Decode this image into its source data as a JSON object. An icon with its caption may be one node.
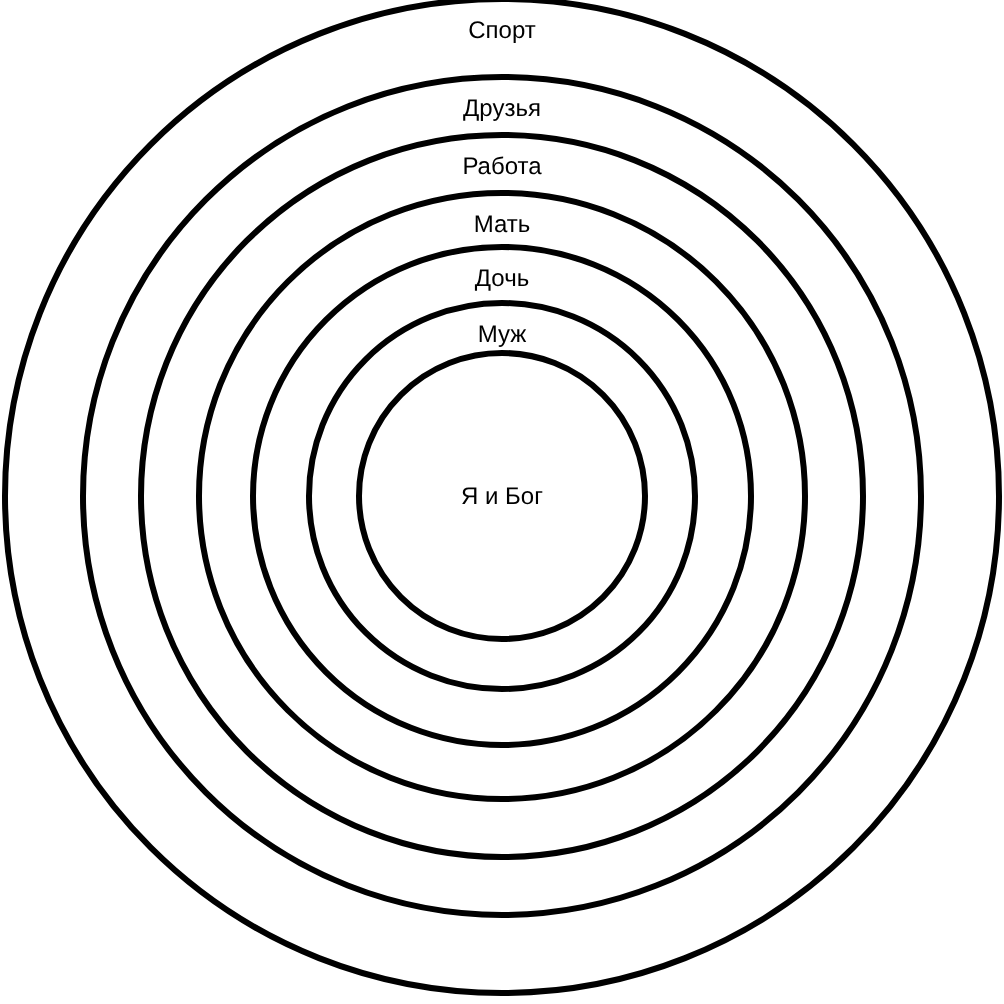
{
  "diagram": {
    "nodes": [
      {
        "text": [
          "Спорт"
        ]
      },
      {
        "text": [
          "Друзья"
        ],
        "in": 0
      },
      {
        "text": [
          "Работа"
        ],
        "in": 1
      },
      {
        "text": [
          "Мать"
        ],
        "in": 2
      },
      {
        "text": [
          "Дочь"
        ],
        "in": 3
      },
      {
        "text": [
          "Муж"
        ],
        "in": 4
      },
      {
        "text": [
          "Я и Бог"
        ],
        "in": 5
      }
    ]
  }
}
